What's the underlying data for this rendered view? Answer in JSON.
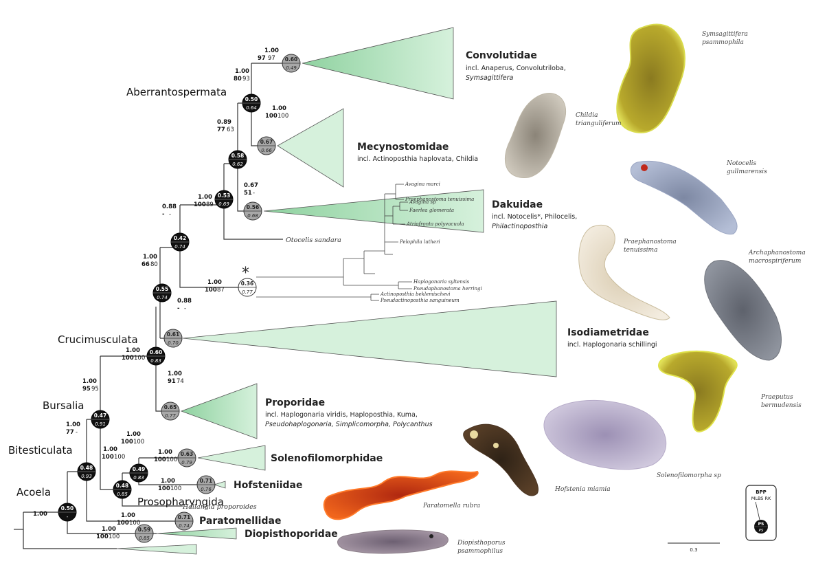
{
  "clades": {
    "aberrantospermata": "Aberrantospermata",
    "crucimusculata": "Crucimusculata",
    "bursalia": "Bursalia",
    "bitesticulata": "Bitesticulata",
    "acoela": "Acoela",
    "prosopharyngida": "Prosopharyngida"
  },
  "families": {
    "convolutidae": {
      "name": "Convolutidae",
      "incl": "incl. Anaperus, Convolutriloba,",
      "incl2": "Symsagittifera"
    },
    "mecynostomidae": {
      "name": "Mecynostomidae",
      "incl": "incl. Actinoposthia haplovata, Childia"
    },
    "dakuidae": {
      "name": "Dakuidae",
      "incl": "incl. Notocelis*, Philocelis,",
      "incl2": "Philactinoposthia"
    },
    "isodiametridae": {
      "name": "Isodiametridae",
      "incl": "incl. Haplogonaria schillingi"
    },
    "proporidae": {
      "name": "Proporidae",
      "incl": "incl. Haplogonaria viridis, Haploposthia, Kuma,",
      "incl2": "Pseudohaplogonaria, Simplicomorpha, Polycanthus"
    },
    "solenofilomorphidae": {
      "name": "Solenofilomorphidae"
    },
    "hofsteniidae": {
      "name": "Hofsteniidae"
    },
    "paratomellidae": {
      "name": "Paratomellidae"
    },
    "diopisthoporidae": {
      "name": "Diopisthoporidae"
    }
  },
  "taxa": {
    "otocelis": "Otocelis sandara",
    "hallangia": "Hallangia proporoides",
    "small_clade": [
      "Avagina marci",
      "Praephanostoma tenuissima",
      "Avagina sp",
      "Faerlea glomerata",
      "Atriofronta polyvacuola",
      "Pelophila lutheri",
      "Haplogonaria syltensis",
      "Pseudaphanostoma herringi",
      "Actinoposthia beklemischevi",
      "Pseudactinoposthia sanguineum"
    ]
  },
  "nodes": {
    "n_conv": {
      "top": "0.60",
      "bottom": "0.49",
      "sup1": "1.00",
      "sup2": "97",
      "sup3": "97"
    },
    "n_aber": {
      "top": "0.50",
      "bottom": "0.64",
      "sup1": "1.00",
      "sup2": "80",
      "sup3": "93"
    },
    "n_mecy": {
      "top": "0.67",
      "bottom": "0.66",
      "sup1": "1.00",
      "sup2": "100",
      "sup3": "100"
    },
    "n_mecdak": {
      "top": "0.58",
      "bottom": "0.62",
      "sup1": "0.89",
      "sup2": "77",
      "sup3": "63"
    },
    "n_dak": {
      "top": "0.56",
      "bottom": "0.68",
      "sup1": "0.67",
      "sup2": "51",
      "sup3": "-"
    },
    "n_five": {
      "top": "0.53",
      "bottom": "0.69",
      "sup1": "1.00",
      "sup2": "100",
      "sup3": "89"
    },
    "n_six": {
      "top": "0.42",
      "bottom": "0.74",
      "sup1": "0.88",
      "sup2": "-",
      "sup3": "-"
    },
    "n_small": {
      "top": "0.36",
      "bottom": "0.77",
      "sup1": "1.00",
      "sup2": "100",
      "sup3": "87",
      "mark": "*"
    },
    "n_seven": {
      "top": "0.55",
      "bottom": "0.74",
      "sup1": "1.00",
      "sup2": "66",
      "sup3": "80"
    },
    "n_iso": {
      "top": "0.61",
      "bottom": "0.70",
      "sup1": "0.88",
      "sup2": "-",
      "sup3": "-"
    },
    "n_cruci": {
      "top": "0.60",
      "bottom": "0.83",
      "sup1": "1.00",
      "sup2": "100",
      "sup3": "100"
    },
    "n_prop": {
      "top": "0.65",
      "bottom": "0.77",
      "sup1": "1.00",
      "sup2": "91",
      "sup3": "74"
    },
    "n_burs": {
      "top": "0.47",
      "bottom": "0.91",
      "sup1": "1.00",
      "sup2": "95",
      "sup3": "95"
    },
    "n_solhof": {
      "top": "0.49",
      "bottom": "0.83",
      "sup1": "1.00",
      "sup2": "100",
      "sup3": "100"
    },
    "n_sol": {
      "top": "0.63",
      "bottom": "0.79",
      "sup1": "1.00",
      "sup2": "100",
      "sup3": "100"
    },
    "n_hof": {
      "top": "0.71",
      "bottom": "0.76",
      "sup1": "1.00",
      "sup2": "100",
      "sup3": "100"
    },
    "n_proso": {
      "top": "0.48",
      "bottom": "0.85",
      "sup1": "1.00",
      "sup2": "100",
      "sup3": "100"
    },
    "n_bites": {
      "top": "0.48",
      "bottom": "0.93",
      "sup1": "1.00",
      "sup2": "77",
      "sup3": "-"
    },
    "n_para": {
      "top": "0.71",
      "bottom": "0.74",
      "sup1": "1.00",
      "sup2": "100",
      "sup3": "100"
    },
    "n_acoela": {
      "top": "0.50",
      "bottom": "-",
      "sup1": "1.00"
    },
    "n_diop": {
      "top": "0.59",
      "bottom": "0.85",
      "sup1": "1.00",
      "sup2": "100",
      "sup3": "100"
    }
  },
  "photos": {
    "symsagittifera": {
      "line1": "Symsagittifera",
      "line2": "psammophila"
    },
    "childia": {
      "line1": "Childia",
      "line2": "trianguliferum"
    },
    "notocelis": {
      "line1": "Notocelis",
      "line2": "gullmarensis"
    },
    "praeph": {
      "line1": "Praephanostoma",
      "line2": "tenuissima"
    },
    "archaph": {
      "line1": "Archaphanostoma",
      "line2": "macrospiriferum"
    },
    "praeputus": {
      "line1": "Praeputus",
      "line2": "bermudensis"
    },
    "solenofil": {
      "line1": "Solenofilomorpha sp"
    },
    "hofstenia": {
      "line1": "Hofstenia miamia"
    },
    "paratomella": {
      "line1": "Paratomella rubra"
    },
    "diopisthoporus": {
      "line1": "Diopisthoporus",
      "line2": "psammophilus"
    }
  },
  "legend": {
    "bpp": "BPP",
    "mlbs": "MLBS RK",
    "top": "PS",
    "bottom": "PS"
  },
  "scale": {
    "label": "0.3"
  },
  "colors": {
    "triangle": "#c9ebd0",
    "triangle_dark": "#a9dcb5",
    "node_black": "#111111",
    "node_grey": "#a8a8a8"
  }
}
